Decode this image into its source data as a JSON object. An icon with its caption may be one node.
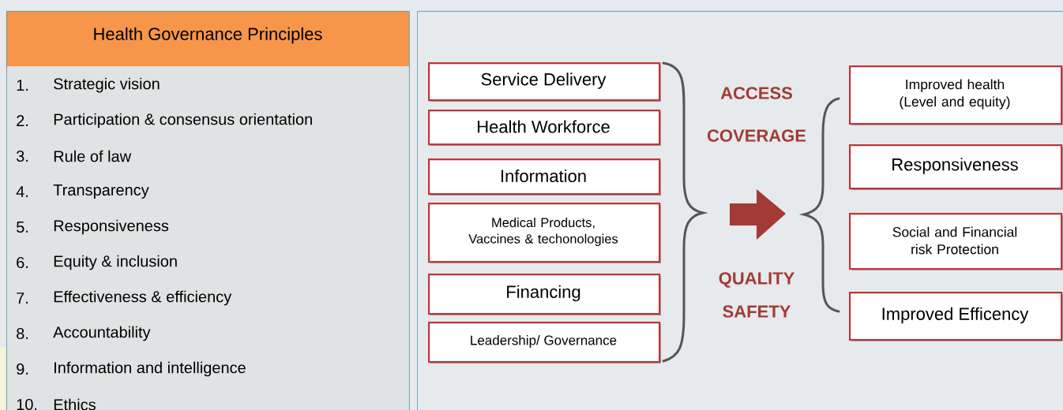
{
  "diagram": {
    "nodes": [
      {
        "text": [
          "Health Governance Principles"
        ]
      },
      {
        "text": [],
        "shape": "box"
      },
      {
        "text": [
          "Service Delivery"
        ],
        "in": 1
      },
      {
        "text": [
          "Health Workforce"
        ],
        "in": 1
      },
      {
        "text": [
          "Information"
        ],
        "in": 1
      },
      {
        "text": [
          "Medical Products, Vaccines & techonologies"
        ],
        "in": 1
      },
      {
        "text": [
          "Financing"
        ],
        "in": 1
      },
      {
        "text": [
          "Leadership/ Governance"
        ],
        "in": 1
      },
      {
        "text": [
          "Improved health (Level and equity)"
        ],
        "in": 1
      },
      {
        "text": [
          "Responsiveness"
        ],
        "in": 1
      },
      {
        "text": [
          "Social and Financial risk Protection"
        ],
        "in": 1
      },
      {
        "text": [
          "Improved Efficency"
        ],
        "in": 1
      }
    ],
    "labels": [
      "1.",
      "Strategic vision",
      "2.",
      "Participation & consensus orientation",
      "3.",
      "Rule of law",
      "4.",
      "Transparency",
      "5.",
      "Responsiveness",
      "6.",
      "Equity & inclusion",
      "7.",
      "Effectiveness & efficiency",
      "8.",
      "Accountability",
      "9.",
      "Information and intelligence",
      "10.",
      "Ethics",
      "ACCESS",
      "COVERAGE",
      "QUALITY",
      "SAFETY"
    ]
  }
}
